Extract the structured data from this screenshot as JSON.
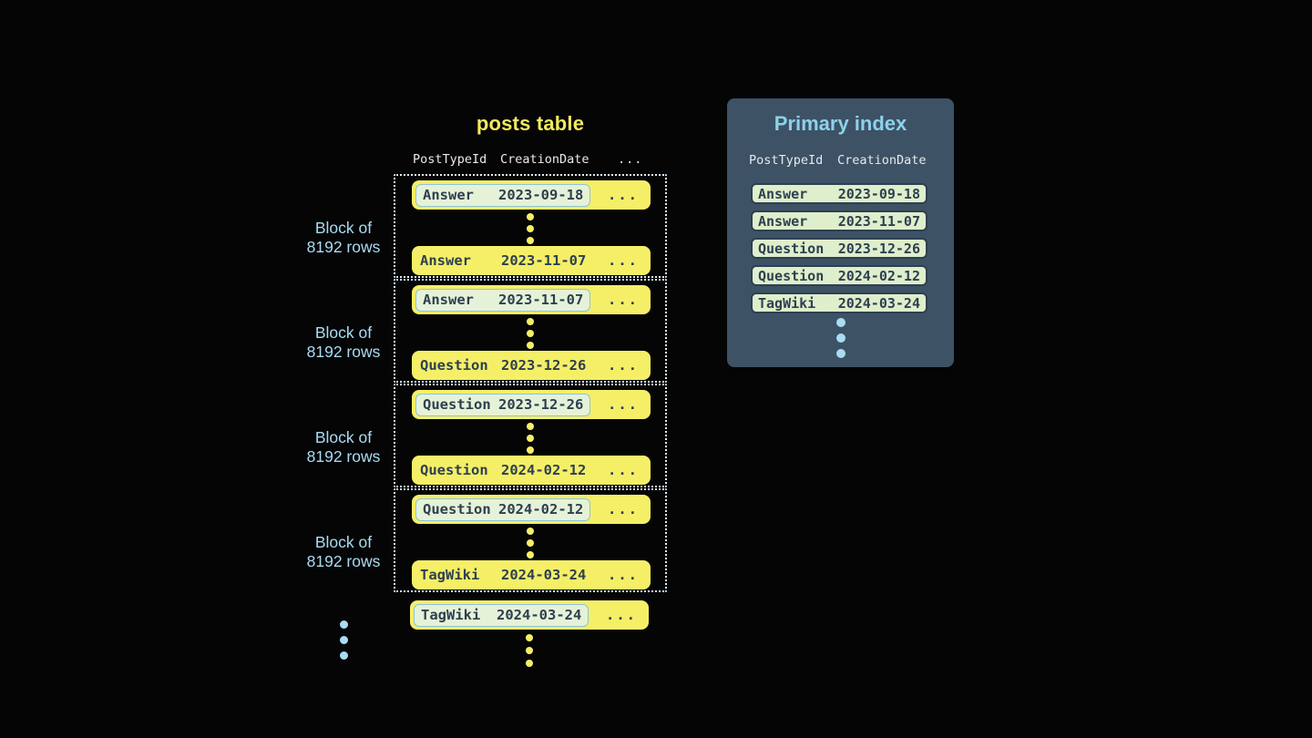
{
  "colors": {
    "background": "#050506",
    "row_yellow": "#f5ef67",
    "title_yellow": "#f2eb5d",
    "dark_navy_text": "#2d4051",
    "highlight_pill_green": "#e6f2d8",
    "highlight_pill_border": "#8cc3da",
    "panel_background": "#3d5264",
    "panel_row_green": "#dfeecb",
    "light_blue": "#a9dcf2",
    "panel_title_blue": "#8ed1ec",
    "dotted_border": "#d9edf9",
    "header_text": "#eaeaea"
  },
  "posts_table": {
    "title": "posts table",
    "header": {
      "col1": "PostTypeId",
      "col2": "CreationDate",
      "more": "..."
    },
    "block_label": {
      "line1": "Block of",
      "line2": "8192 rows"
    },
    "blocks": [
      {
        "first": {
          "type": "Answer",
          "date": "2023-09-18",
          "more": "..."
        },
        "last": {
          "type": "Answer",
          "date": "2023-11-07",
          "more": "..."
        }
      },
      {
        "first": {
          "type": "Answer",
          "date": "2023-11-07",
          "more": "..."
        },
        "last": {
          "type": "Question",
          "date": "2023-12-26",
          "more": "..."
        }
      },
      {
        "first": {
          "type": "Question",
          "date": "2023-12-26",
          "more": "..."
        },
        "last": {
          "type": "Question",
          "date": "2024-02-12",
          "more": "..."
        }
      },
      {
        "first": {
          "type": "Question",
          "date": "2024-02-12",
          "more": "..."
        },
        "last": {
          "type": "TagWiki",
          "date": "2024-03-24",
          "more": "..."
        }
      }
    ],
    "overflow_row": {
      "type": "TagWiki",
      "date": "2024-03-24",
      "more": "..."
    }
  },
  "primary_index": {
    "title": "Primary index",
    "header": {
      "col1": "PostTypeId",
      "col2": "CreationDate"
    },
    "rows": [
      {
        "type": "Answer",
        "date": "2023-09-18"
      },
      {
        "type": "Answer",
        "date": "2023-11-07"
      },
      {
        "type": "Question",
        "date": "2023-12-26"
      },
      {
        "type": "Question",
        "date": "2024-02-12"
      },
      {
        "type": "TagWiki",
        "date": "2024-03-24"
      }
    ]
  }
}
